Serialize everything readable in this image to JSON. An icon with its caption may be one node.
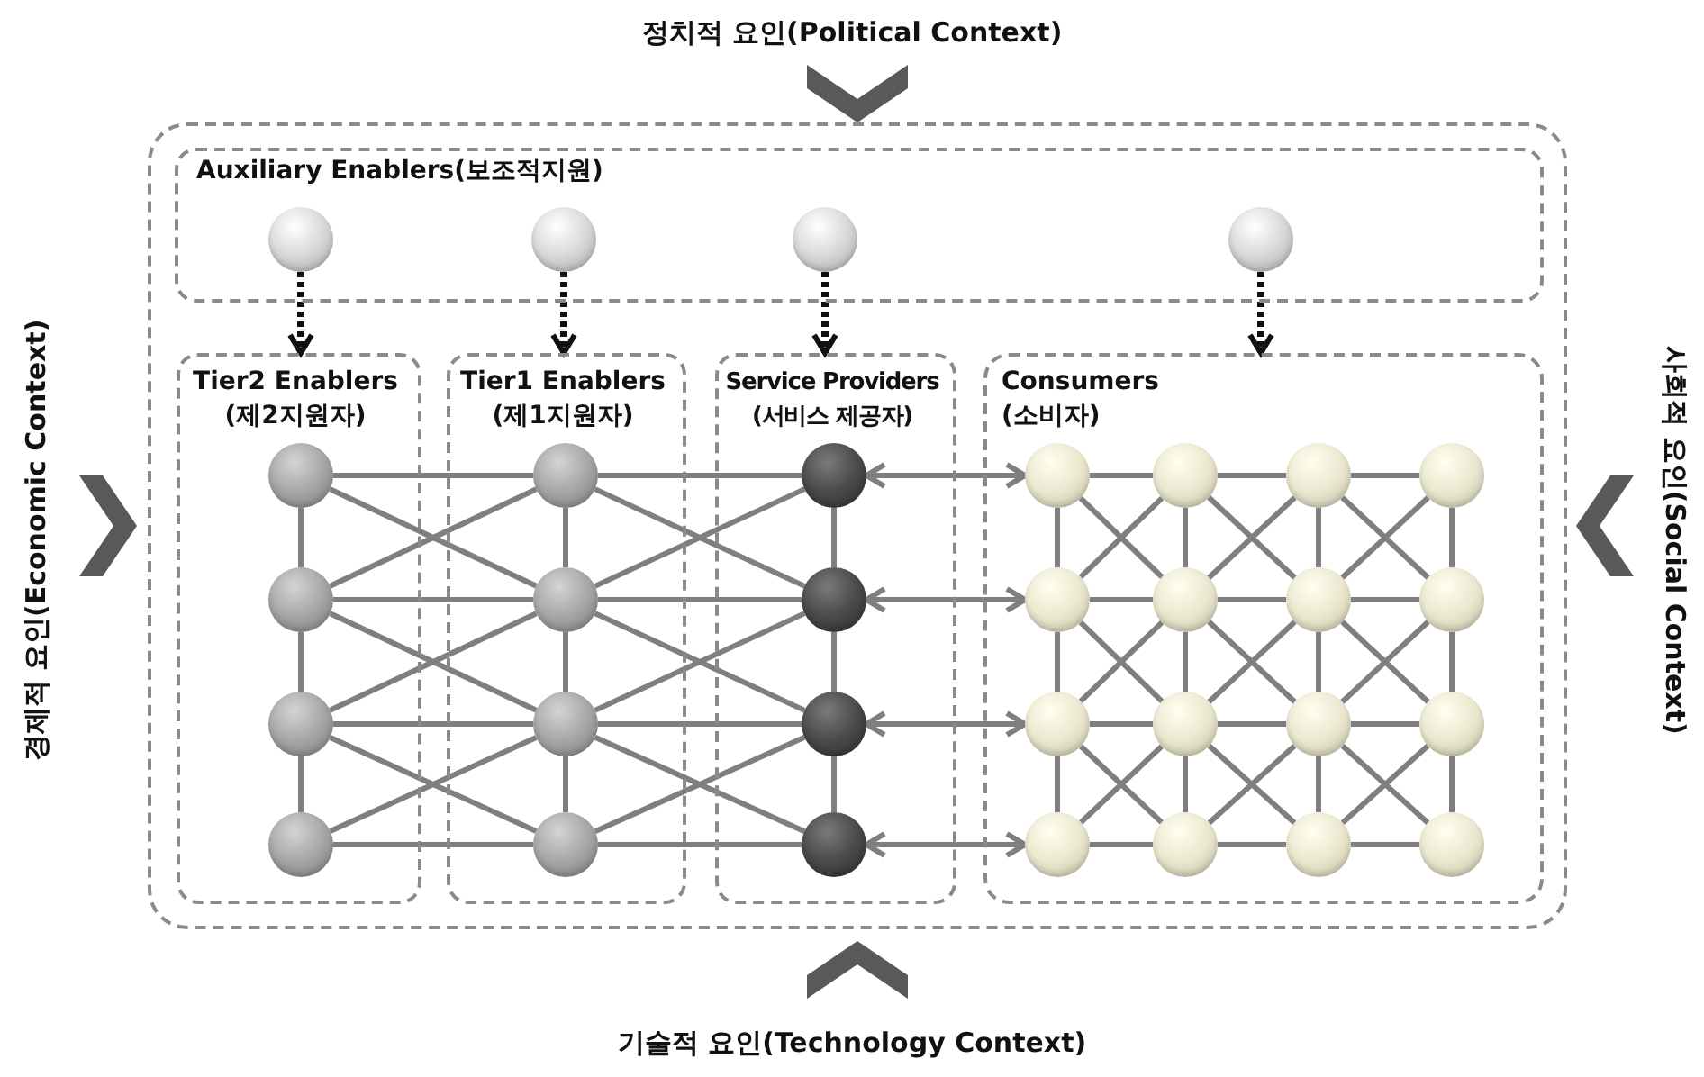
{
  "diagram": {
    "nodes": [
      {
        "text": [
          "정치적 요인(Political Context)"
        ]
      },
      {
        "text": [
          "경제적 요인(Economic Context)"
        ]
      },
      {
        "text": [],
        "shape": "box"
      },
      {
        "text": [
          "Auxiliary Enablers(보조적지원)"
        ],
        "in": 2
      },
      {
        "text": [],
        "shape": "circle",
        "in": 3
      },
      {
        "text": [],
        "shape": "circle",
        "in": 3
      },
      {
        "text": [],
        "shape": "circle",
        "in": 3
      },
      {
        "text": [],
        "shape": "circle",
        "in": 3
      },
      {
        "text": [
          "Tier2 Enablers (제2지원자)"
        ],
        "in": 2
      },
      {
        "text": [
          "Tier1 Enablers (제1지원자)"
        ],
        "in": 2
      },
      {
        "text": [
          "Service Providers (서비스 제공자)"
        ],
        "in": 2
      },
      {
        "text": [
          "Consumers (소비자)"
        ],
        "in": 2
      },
      {
        "text": [],
        "shape": "circle",
        "in": 8
      },
      {
        "text": [],
        "shape": "circle",
        "in": 8
      },
      {
        "text": [],
        "shape": "circle",
        "in": 8
      },
      {
        "text": [],
        "shape": "circle",
        "in": 8
      },
      {
        "text": [],
        "shape": "circle",
        "in": 9
      },
      {
        "text": [],
        "shape": "circle",
        "in": 9
      },
      {
        "text": [],
        "shape": "circle",
        "in": 9
      },
      {
        "text": [],
        "shape": "circle",
        "in": 9
      },
      {
        "text": [],
        "shape": "circle",
        "in": 10
      },
      {
        "text": [],
        "shape": "circle",
        "in": 10
      },
      {
        "text": [],
        "shape": "circle",
        "in": 10
      },
      {
        "text": [],
        "shape": "circle",
        "in": 10
      },
      {
        "text": [],
        "shape": "circle",
        "in": 11
      },
      {
        "text": [],
        "shape": "circle",
        "in": 11
      },
      {
        "text": [],
        "shape": "circle",
        "in": 11
      },
      {
        "text": [],
        "shape": "circle",
        "in": 11
      },
      {
        "text": [],
        "shape": "circle",
        "in": 11
      },
      {
        "text": [],
        "shape": "circle",
        "in": 11
      },
      {
        "text": [],
        "shape": "circle",
        "in": 11
      },
      {
        "text": [],
        "shape": "circle",
        "in": 11
      },
      {
        "text": [],
        "shape": "circle",
        "in": 11
      },
      {
        "text": [],
        "shape": "circle",
        "in": 11
      },
      {
        "text": [],
        "shape": "circle",
        "in": 11
      },
      {
        "text": [],
        "shape": "circle",
        "in": 11
      },
      {
        "text": [],
        "shape": "circle",
        "in": 11
      },
      {
        "text": [],
        "shape": "circle",
        "in": 11
      },
      {
        "text": [],
        "shape": "circle",
        "in": 11
      },
      {
        "text": [],
        "shape": "circle",
        "in": 11
      },
      {
        "text": [
          "사회적 요인(Social Context)"
        ]
      },
      {
        "text": [
          "기술적 요인(Technology Context)"
        ]
      }
    ],
    "edges": [
      {
        "from": 0,
        "to": 2,
        "arrow": "to",
        "style": "thick",
        "color": "#595959"
      },
      {
        "from": 1,
        "to": 2,
        "arrow": "to",
        "style": "thick",
        "color": "#595959"
      },
      {
        "from": 40,
        "to": 2,
        "arrow": "to",
        "style": "thick",
        "color": "#595959"
      },
      {
        "from": 41,
        "to": 2,
        "arrow": "to",
        "style": "thick",
        "color": "#595959"
      },
      {
        "from": 4,
        "to": 8,
        "arrow": "to",
        "style": "dashed",
        "color": "#111111"
      },
      {
        "from": 5,
        "to": 9,
        "arrow": "to",
        "style": "dashed",
        "color": "#111111"
      },
      {
        "from": 6,
        "to": 10,
        "arrow": "to",
        "style": "dashed",
        "color": "#111111"
      },
      {
        "from": 7,
        "to": 11,
        "arrow": "to",
        "style": "dashed",
        "color": "#111111"
      },
      {
        "from": 12,
        "to": 13,
        "arrow": "none"
      },
      {
        "from": 13,
        "to": 14,
        "arrow": "none"
      },
      {
        "from": 14,
        "to": 15,
        "arrow": "none"
      },
      {
        "from": 16,
        "to": 17,
        "arrow": "none"
      },
      {
        "from": 17,
        "to": 18,
        "arrow": "none"
      },
      {
        "from": 18,
        "to": 19,
        "arrow": "none"
      },
      {
        "from": 20,
        "to": 21,
        "arrow": "none"
      },
      {
        "from": 21,
        "to": 22,
        "arrow": "none"
      },
      {
        "from": 22,
        "to": 23,
        "arrow": "none"
      },
      {
        "from": 12,
        "to": 16,
        "arrow": "none"
      },
      {
        "from": 16,
        "to": 20,
        "arrow": "none"
      },
      {
        "from": 13,
        "to": 17,
        "arrow": "none"
      },
      {
        "from": 17,
        "to": 21,
        "arrow": "none"
      },
      {
        "from": 14,
        "to": 18,
        "arrow": "none"
      },
      {
        "from": 18,
        "to": 22,
        "arrow": "none"
      },
      {
        "from": 15,
        "to": 19,
        "arrow": "none"
      },
      {
        "from": 19,
        "to": 23,
        "arrow": "none"
      },
      {
        "from": 12,
        "to": 17,
        "arrow": "none"
      },
      {
        "from": 13,
        "to": 16,
        "arrow": "none"
      },
      {
        "from": 13,
        "to": 18,
        "arrow": "none"
      },
      {
        "from": 14,
        "to": 17,
        "arrow": "none"
      },
      {
        "from": 14,
        "to": 19,
        "arrow": "none"
      },
      {
        "from": 15,
        "to": 18,
        "arrow": "none"
      },
      {
        "from": 16,
        "to": 21,
        "arrow": "none"
      },
      {
        "from": 17,
        "to": 20,
        "arrow": "none"
      },
      {
        "from": 17,
        "to": 22,
        "arrow": "none"
      },
      {
        "from": 18,
        "to": 21,
        "arrow": "none"
      },
      {
        "from": 18,
        "to": 23,
        "arrow": "none"
      },
      {
        "from": 19,
        "to": 22,
        "arrow": "none"
      },
      {
        "from": 20,
        "to": 24,
        "arrow": "both"
      },
      {
        "from": 21,
        "to": 28,
        "arrow": "both"
      },
      {
        "from": 22,
        "to": 32,
        "arrow": "both"
      },
      {
        "from": 23,
        "to": 36,
        "arrow": "both"
      },
      {
        "from": 24,
        "to": 25,
        "arrow": "none"
      },
      {
        "from": 25,
        "to": 26,
        "arrow": "none"
      },
      {
        "from": 26,
        "to": 27,
        "arrow": "none"
      },
      {
        "from": 28,
        "to": 29,
        "arrow": "none"
      },
      {
        "from": 29,
        "to": 30,
        "arrow": "none"
      },
      {
        "from": 30,
        "to": 31,
        "arrow": "none"
      },
      {
        "from": 32,
        "to": 33,
        "arrow": "none"
      },
      {
        "from": 33,
        "to": 34,
        "arrow": "none"
      },
      {
        "from": 34,
        "to": 35,
        "arrow": "none"
      },
      {
        "from": 36,
        "to": 37,
        "arrow": "none"
      },
      {
        "from": 37,
        "to": 38,
        "arrow": "none"
      },
      {
        "from": 38,
        "to": 39,
        "arrow": "none"
      },
      {
        "from": 24,
        "to": 28,
        "arrow": "none"
      },
      {
        "from": 28,
        "to": 32,
        "arrow": "none"
      },
      {
        "from": 32,
        "to": 36,
        "arrow": "none"
      },
      {
        "from": 25,
        "to": 29,
        "arrow": "none"
      },
      {
        "from": 29,
        "to": 33,
        "arrow": "none"
      },
      {
        "from": 33,
        "to": 37,
        "arrow": "none"
      },
      {
        "from": 26,
        "to": 30,
        "arrow": "none"
      },
      {
        "from": 30,
        "to": 34,
        "arrow": "none"
      },
      {
        "from": 34,
        "to": 38,
        "arrow": "none"
      },
      {
        "from": 27,
        "to": 31,
        "arrow": "none"
      },
      {
        "from": 31,
        "to": 35,
        "arrow": "none"
      },
      {
        "from": 35,
        "to": 39,
        "arrow": "none"
      },
      {
        "from": 24,
        "to": 29,
        "arrow": "none"
      },
      {
        "from": 25,
        "to": 28,
        "arrow": "none"
      },
      {
        "from": 25,
        "to": 30,
        "arrow": "none"
      },
      {
        "from": 26,
        "to": 29,
        "arrow": "none"
      },
      {
        "from": 26,
        "to": 31,
        "arrow": "none"
      },
      {
        "from": 27,
        "to": 30,
        "arrow": "none"
      },
      {
        "from": 28,
        "to": 33,
        "arrow": "none"
      },
      {
        "from": 29,
        "to": 32,
        "arrow": "none"
      },
      {
        "from": 29,
        "to": 34,
        "arrow": "none"
      },
      {
        "from": 30,
        "to": 33,
        "arrow": "none"
      },
      {
        "from": 30,
        "to": 35,
        "arrow": "none"
      },
      {
        "from": 31,
        "to": 34,
        "arrow": "none"
      },
      {
        "from": 32,
        "to": 37,
        "arrow": "none"
      },
      {
        "from": 33,
        "to": 36,
        "arrow": "none"
      },
      {
        "from": 33,
        "to": 38,
        "arrow": "none"
      },
      {
        "from": 34,
        "to": 37,
        "arrow": "none"
      },
      {
        "from": 34,
        "to": 39,
        "arrow": "none"
      },
      {
        "from": 35,
        "to": 38,
        "arrow": "none"
      }
    ]
  }
}
